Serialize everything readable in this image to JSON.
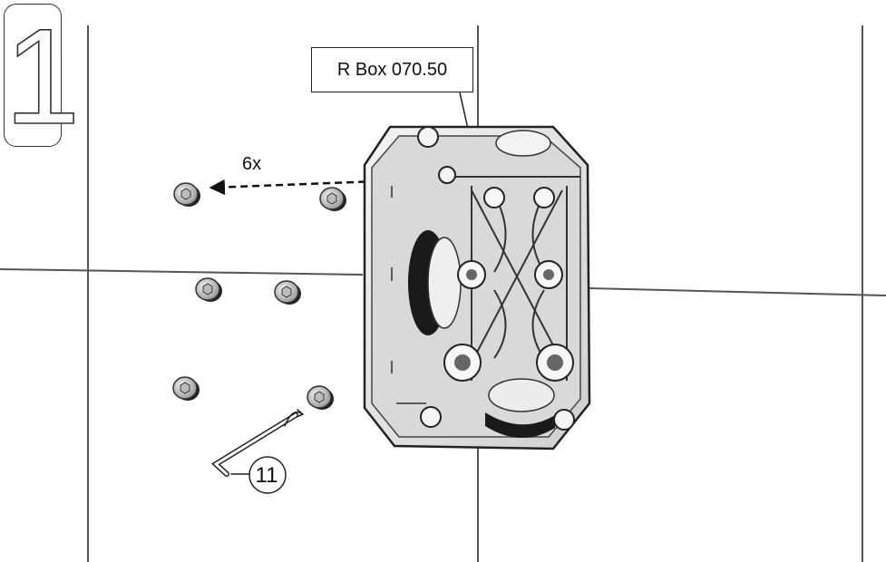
{
  "diagram": {
    "step_number": "1",
    "product_label": "R Box 070.50",
    "quantity_label": "6x",
    "tool_callout": "11"
  },
  "colors": {
    "line": "#222222",
    "body_fill": "#e6e6e6",
    "shadow": "#1a1a1a",
    "background": "#ffffff"
  }
}
